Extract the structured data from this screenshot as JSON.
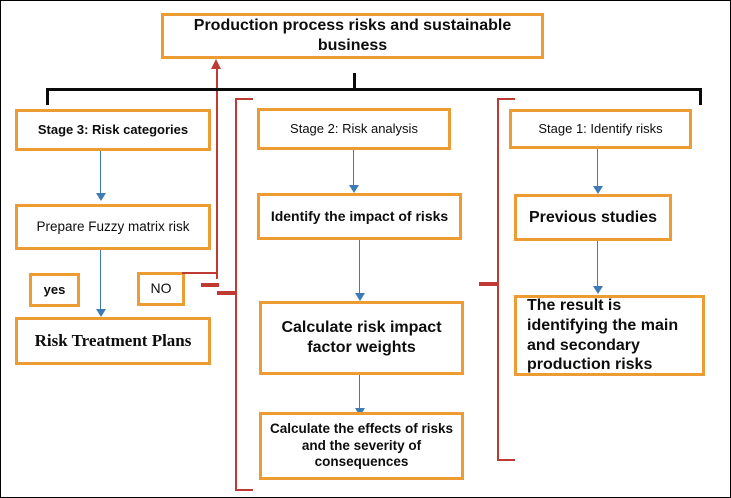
{
  "diagram": {
    "title_box": {
      "label": "Production process risks and sustainable business"
    },
    "stage3": {
      "header": "Stage 3: Risk categories",
      "step1": "Prepare  Fuzzy matrix  risk",
      "decision_yes": "yes",
      "decision_no": "NO",
      "outcome": "Risk Treatment Plans"
    },
    "stage2": {
      "header": "Stage 2: Risk analysis",
      "step1": "Identify the impact  of risks",
      "step2": "Calculate risk impact factor weights",
      "step3": "Calculate the effects of risks and the severity of consequences"
    },
    "stage1": {
      "header": "Stage 1: Identify risks",
      "step1": "Previous studies",
      "step2": "The result is identifying the main and secondary production risks"
    },
    "colors": {
      "box_border": "#ED9B33",
      "blue_arrow": "#3E7BB6",
      "red_connector": "#BE3A33",
      "brace": "#0A0A0A",
      "frame": "#000000",
      "background": "#FFFFFF"
    }
  }
}
